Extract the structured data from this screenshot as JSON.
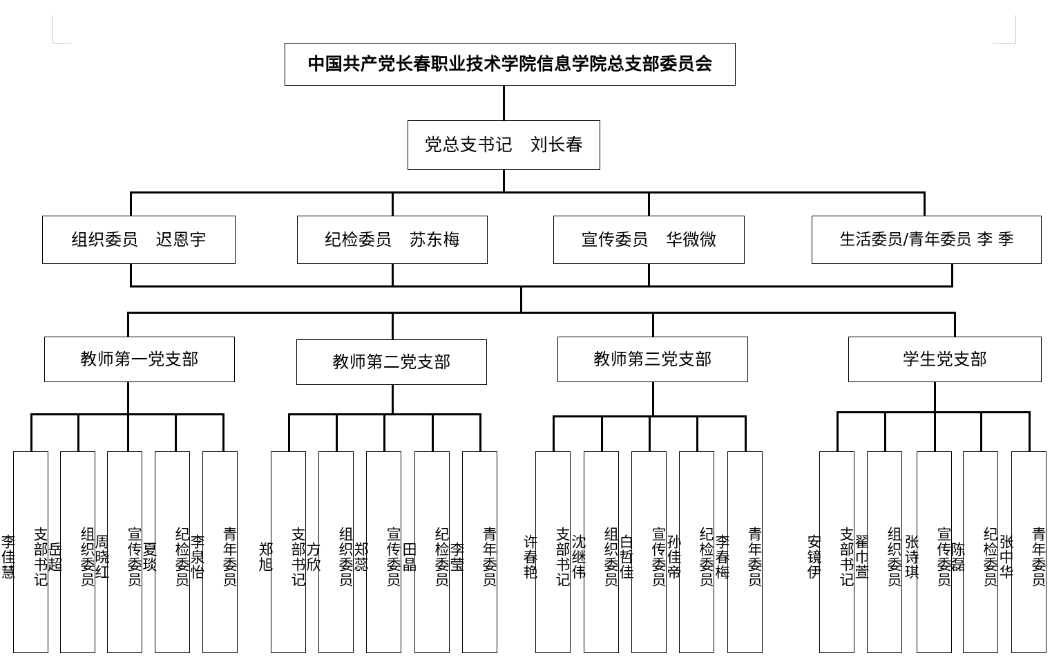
{
  "chart_meta": {
    "type": "org-chart",
    "title": "中国共产党长春职业技术学院信息学院总支部委员会组织结构图",
    "line_color": "#000000",
    "box_border_color": "#000000",
    "background_color": "#ffffff",
    "corner_mark_color": "#c8c8c8"
  },
  "root": {
    "label": "中国共产党长春职业技术学院信息学院总支部委员会"
  },
  "secretary": {
    "label": "党总支书记　刘长春",
    "role": "党总支书记",
    "name": "刘长春"
  },
  "officers": [
    {
      "label": "组织委员　迟恩宇",
      "role": "组织委员",
      "name": "迟恩宇"
    },
    {
      "label": "纪检委员　苏东梅",
      "role": "纪检委员",
      "name": "苏东梅"
    },
    {
      "label": "宣传委员　华微微",
      "role": "宣传委员",
      "name": "华微微"
    },
    {
      "label": "生活委员/青年委员 李 季",
      "role": "生活委员/青年委员",
      "name": "李 季"
    }
  ],
  "branches": [
    {
      "label": "教师第一党支部",
      "members": [
        {
          "role": "支部书记",
          "name": "李佳慧",
          "text": "支部书记\n\n李佳慧"
        },
        {
          "role": "组织委员",
          "name": "岳超",
          "text": "组织委员\n\n岳超"
        },
        {
          "role": "宣传委员",
          "name": "周晓红",
          "text": "宣传委员\n\n周晓红"
        },
        {
          "role": "纪检委员",
          "name": "夏琰",
          "text": "纪检委员\n\n夏琰"
        },
        {
          "role": "青年委员",
          "name": "李泉怡",
          "text": "青年委员\n\n李泉怡"
        }
      ]
    },
    {
      "label": "教师第二党支部",
      "members": [
        {
          "role": "支部书记",
          "name": "郑旭",
          "text": "支部书记\n\n郑旭"
        },
        {
          "role": "组织委员",
          "name": "方欣",
          "text": "组织委员\n\n方欣"
        },
        {
          "role": "宣传委员",
          "name": "郑蕊",
          "text": "宣传委员\n\n郑蕊"
        },
        {
          "role": "纪检委员",
          "name": "田晶",
          "text": "纪检委员\n\n田晶"
        },
        {
          "role": "青年委员",
          "name": "李莹",
          "text": "青年委员\n\n李莹"
        }
      ]
    },
    {
      "label": "教师第三党支部",
      "members": [
        {
          "role": "支部书记",
          "name": "许春艳",
          "text": "支部书记\n\n许春艳"
        },
        {
          "role": "组织委员",
          "name": "沈继伟",
          "text": "组织委员\n\n沈继伟"
        },
        {
          "role": "宣传委员",
          "name": "白哲佳",
          "text": "宣传委员\n\n白哲佳"
        },
        {
          "role": "纪检委员",
          "name": "孙佳帝",
          "text": "纪检委员\n\n孙佳帝"
        },
        {
          "role": "青年委员",
          "name": "李春梅",
          "text": "青年委员\n\n李春梅"
        }
      ]
    },
    {
      "label": "学生党支部",
      "members": [
        {
          "role": "支部书记",
          "name": "安镜伊",
          "text": "支部书记\n\n安镜伊"
        },
        {
          "role": "组织委员",
          "name": "翟巾萱",
          "text": "组织委员\n\n翟巾萱"
        },
        {
          "role": "宣传委员",
          "name": "张诗琪",
          "text": "宣传委员\n\n张诗琪"
        },
        {
          "role": "纪检委员",
          "name": "陈磊",
          "text": "纪检委员\n\n陈磊"
        },
        {
          "role": "青年委员",
          "name": "张中华",
          "text": "青年委员\n\n张中华"
        }
      ]
    }
  ]
}
